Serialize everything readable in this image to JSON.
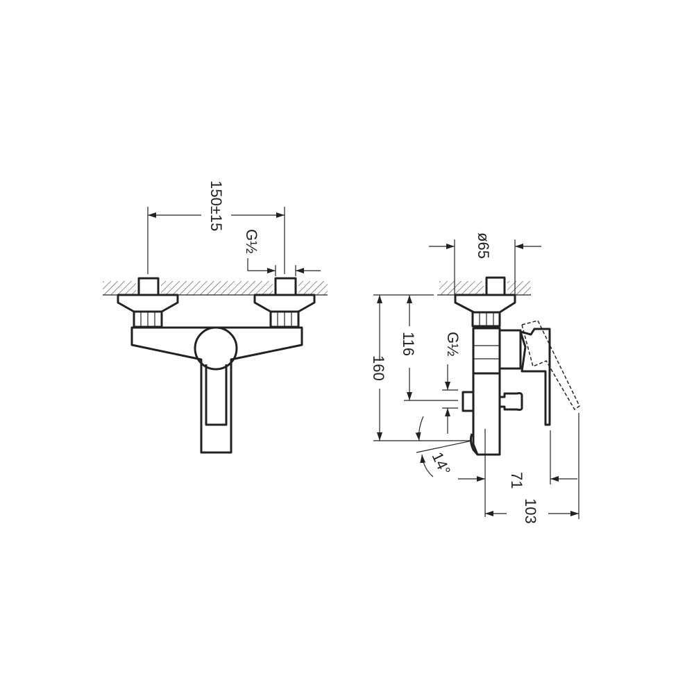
{
  "drawing": {
    "front_view": {
      "pipe_spacing": "150±15",
      "thread_label": "G½"
    },
    "side_view": {
      "flange_diameter": "ø65",
      "thread_label": "G½",
      "height_to_outlet": "116",
      "total_height": "160",
      "spout_angle": "14°",
      "depth_to_handle": "71",
      "total_depth": "103"
    },
    "colors": {
      "line": "#222222",
      "background": "#ffffff"
    }
  }
}
